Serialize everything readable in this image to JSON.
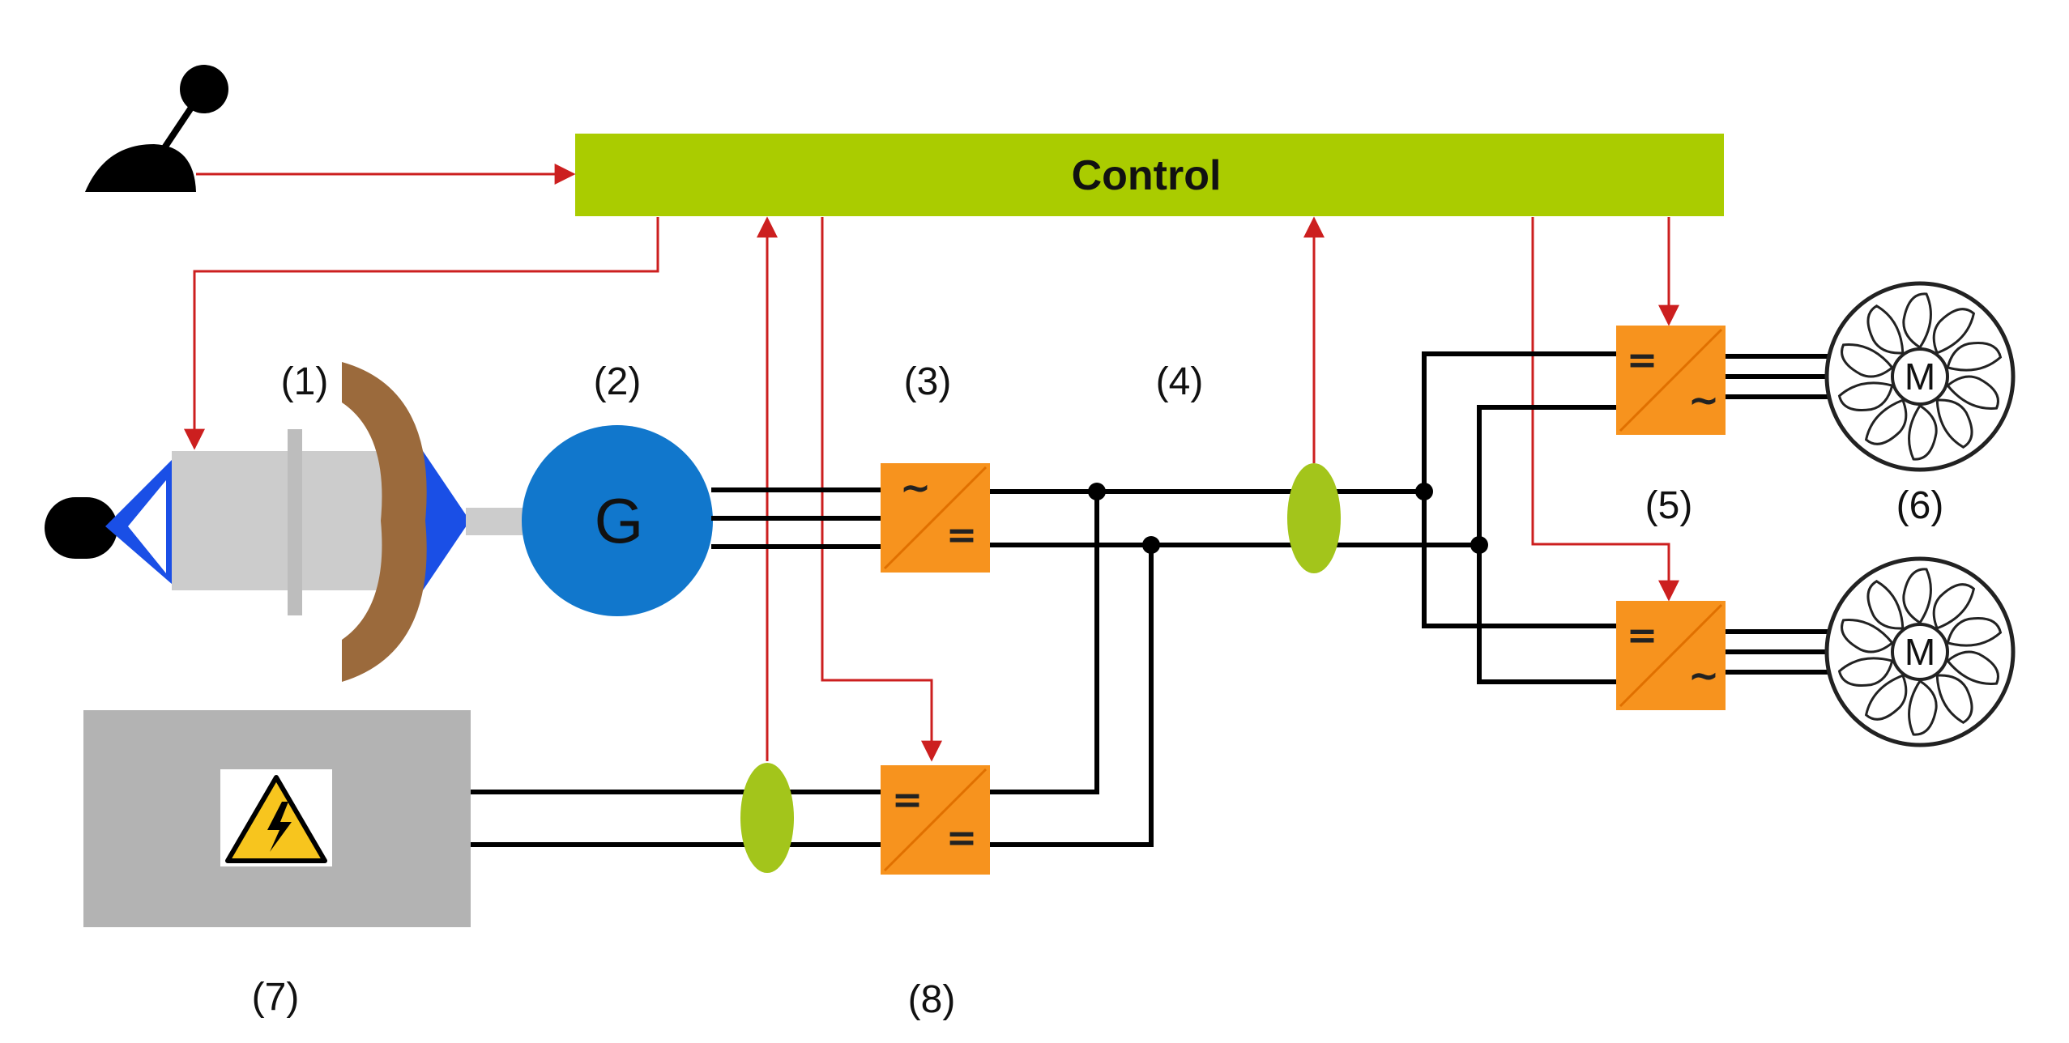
{
  "control": {
    "label": "Control",
    "color": "#aacc00"
  },
  "labels": {
    "l1": "(1)",
    "l2": "(2)",
    "l3": "(3)",
    "l4": "(4)",
    "l5": "(5)",
    "l6": "(6)",
    "l7": "(7)",
    "l8": "(8)"
  },
  "generator": {
    "symbol": "G",
    "color": "#1177cc"
  },
  "motor": {
    "symbol": "M"
  },
  "converter": {
    "ac_symbol": "~",
    "dc_symbol": "=",
    "color": "#f7931e"
  },
  "colors": {
    "signal": "#cc1f1f",
    "sensor": "#a3c51b",
    "battery": "#b3b3b3",
    "propeller": "#9b6a3c",
    "engine_cone": "#1a4fe6",
    "engine_body": "#cccccc"
  },
  "icons": {
    "throttle": "throttle-lever-icon",
    "warning": "high-voltage-warning-icon",
    "fan": "fan-motor-icon"
  }
}
